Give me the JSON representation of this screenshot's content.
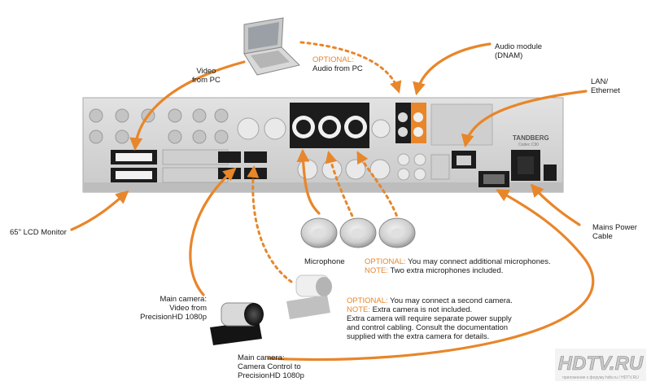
{
  "labels": {
    "video_from_pc": [
      "Video",
      "from PC"
    ],
    "optional_audio": {
      "optional": "OPTIONAL:",
      "text": "Audio from PC"
    },
    "audio_module": [
      "Audio module",
      "(DNAM)"
    ],
    "lan": [
      "LAN/",
      "Ethernet"
    ],
    "lcd_monitor": "65\" LCD Monitor",
    "mains_power": [
      "Mains Power",
      "Cable"
    ],
    "microphone": "Microphone",
    "mic_optional": {
      "optional": "OPTIONAL:",
      "line1": "You may connect additional microphones.",
      "note": "NOTE:",
      "line2": "Two extra microphones included."
    },
    "main_camera_video": [
      "Main camera:",
      "Video from",
      "PrecisionHD 1080p"
    ],
    "camera_optional": {
      "optional": "OPTIONAL:",
      "line1": "You may connect a second camera.",
      "note": "NOTE:",
      "line2": "Extra camera is not included.",
      "lines": [
        "Extra camera will require separate power supply",
        "and control cabling. Consult the documentation",
        "supplied with the extra camera for details."
      ]
    },
    "main_camera_control": [
      "Main camera:",
      "Camera Control to",
      "PrecisionHD 1080p"
    ]
  },
  "device": {
    "brand": "TANDBERG",
    "model": "Codec C90"
  },
  "watermark": {
    "text": "HDTV.RU",
    "sub": "приложение к форуму hdtv.ru / HDTV.RU"
  },
  "colors": {
    "accent": "#e8862a",
    "panel": "#d6d6d6",
    "highlight": "#1c1c1c"
  }
}
